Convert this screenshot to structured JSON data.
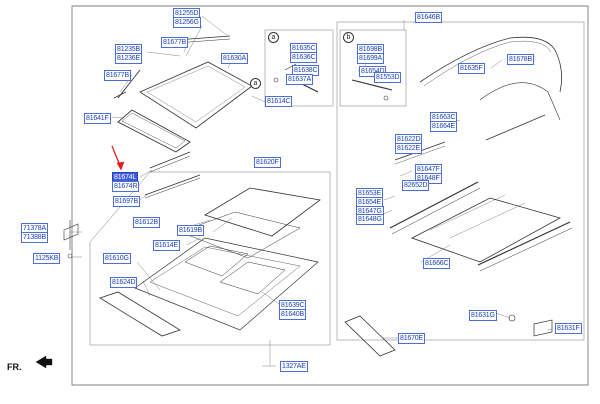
{
  "labels": {
    "p81255D": "81255D",
    "p81256G": "81256G",
    "p81677B_a": "81677B",
    "p81235B": "81235B",
    "p81236E": "81236E",
    "p81630A": "81630A",
    "p81677B_b": "81677B",
    "p81641F": "81641F",
    "p81674L": "81674L",
    "p81674R": "81674R",
    "p81697B": "81697B",
    "p81620F": "81620F",
    "p81612B": "81612B",
    "p81619B": "81619B",
    "p81614E": "81614E",
    "p81610G": "81610G",
    "p81624D": "81624D",
    "p71378A": "71378A",
    "p71388B": "71388B",
    "p1125KB": "1125KB",
    "p81639C": "81639C",
    "p81640B": "81640B",
    "p1327AE": "1327AE",
    "p81635C": "81635C",
    "p81636C": "81636C",
    "p81638C": "81638C",
    "p81637A": "81637A",
    "p81614C": "81614C",
    "p81646B": "81646B",
    "p81698B": "81698B",
    "p81699A": "81699A",
    "p81654D": "81654D",
    "p81553D": "81553D",
    "p81635F": "81635F",
    "p81678B": "81678B",
    "p81663C": "81663C",
    "p81664E": "81664E",
    "p81622D": "81622D",
    "p81622E": "81622E",
    "p81647F": "81647F",
    "p81648F": "81648F",
    "p82652D": "82652D",
    "p81653E": "81653E",
    "p81654E": "81654E",
    "p81647G": "81647G",
    "p81648G": "81648G",
    "p81666C": "81666C",
    "p81631G": "81631G",
    "p81631F": "81631F",
    "p81670E": "81670E"
  },
  "callouts": {
    "a": "a",
    "b": "b"
  },
  "direction_label": "FR.",
  "colors": {
    "label_text": "#1a3fb0",
    "label_border": "#4a6fd8",
    "highlight": "#3d5ce0",
    "pointer_arrow": "#e02020",
    "line_art": "#333333"
  }
}
